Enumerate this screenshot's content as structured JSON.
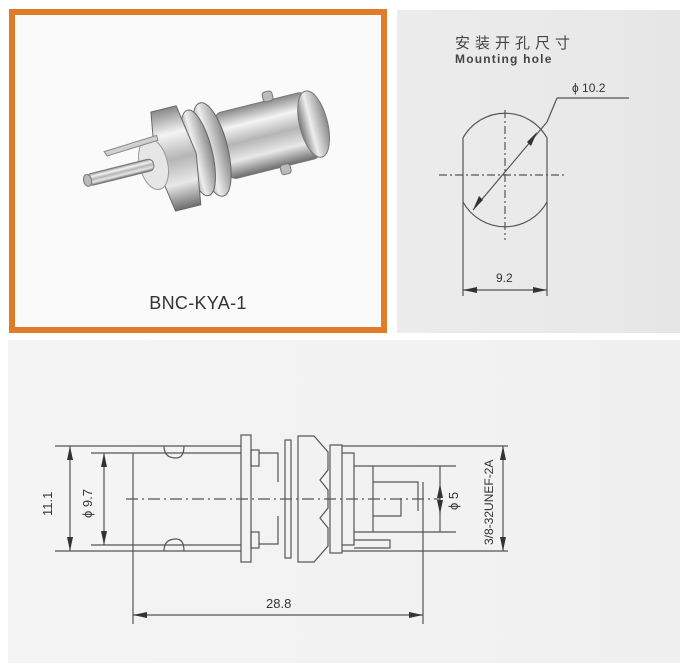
{
  "product": {
    "model": "BNC-KYA-1",
    "photo_alt": "BNC bulkhead jack connector, 3D render",
    "frame_color": "#e07b2a"
  },
  "mounting_hole": {
    "title_cn": "安装开孔尺寸",
    "title_en": "Mounting hole",
    "diameter_label": "ϕ 10.2",
    "flat_width_label": "9.2"
  },
  "side_drawing": {
    "overall_length_label": "28.8",
    "outer_height_label": "11.1",
    "body_diameter_label": "ϕ 9.7",
    "pin_diameter_label": "ϕ 5",
    "thread_label": "3/8-32UNEF-2A"
  },
  "colors": {
    "line": "#555555",
    "text": "#333333"
  }
}
